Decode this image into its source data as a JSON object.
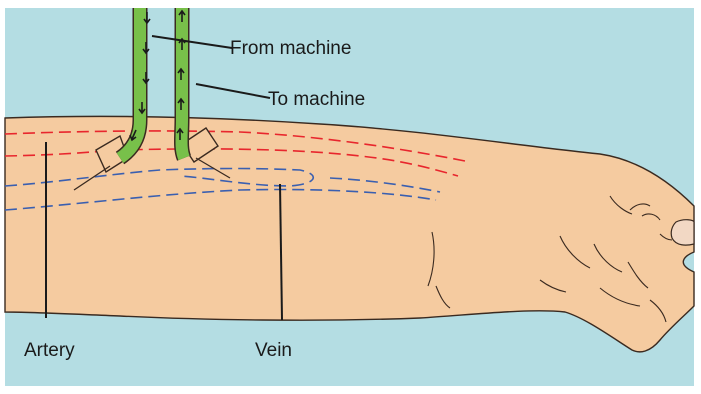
{
  "labels": {
    "from_machine": "From machine",
    "to_machine": "To machine",
    "artery": "Artery",
    "vein": "Vein"
  },
  "colors": {
    "background": "#b4dde3",
    "skin": "#f5cba0",
    "skin_outline": "#3a2a20",
    "tube": "#78c04a",
    "artery": "#e8262d",
    "vein": "#3a5fb0"
  },
  "icons": {
    "flow_arrow": "arrow-icon",
    "tape": "tape-icon"
  }
}
